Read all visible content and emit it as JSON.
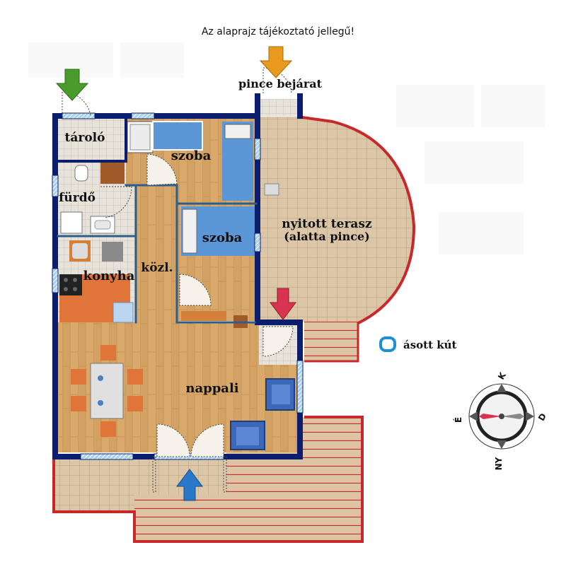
{
  "notice": "Az alaprajz tájékoztató jellegű!",
  "rooms": {
    "storage": "tároló",
    "bedroom_1": "szoba",
    "bathroom": "fürdő",
    "bedroom_2": "szoba",
    "open_terrace_line1": "nyitott terasz",
    "open_terrace_line2": "(alatta pince)",
    "kitchen": "konyha",
    "hallway": "közl.",
    "living_room": "nappali"
  },
  "labels": {
    "cellar_entrance": "pince bejárat",
    "dug_well": "ásott kút"
  },
  "compass": {
    "north": "K",
    "east": "D",
    "south": "NY",
    "west": "É"
  },
  "colors": {
    "wall": "#0b1e6e",
    "window": "#9ec9e8",
    "floor_wood": "#d9a96b",
    "floor_tile": "#d8c3a5",
    "terrace_edge": "#c8282a",
    "bed_blue": "#5b97d6",
    "arrow_green": "#4a9a2c",
    "arrow_orange": "#e79a1c",
    "arrow_red": "#d8344f",
    "arrow_blue": "#2a78c9",
    "well": "#1f8fd3"
  }
}
